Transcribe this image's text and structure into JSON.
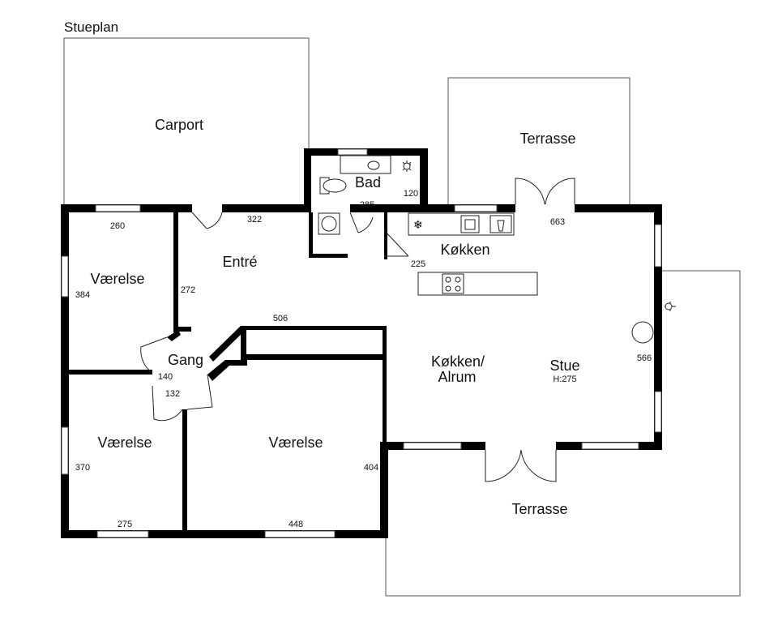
{
  "title": "Stueplan",
  "rooms": {
    "carport": "Carport",
    "terrasse_top": "Terrasse",
    "bad": "Bad",
    "entre": "Entré",
    "koekken": "Køkken",
    "vaerelse_top": "Værelse",
    "gang": "Gang",
    "koekken_alrum_1": "Køkken/",
    "koekken_alrum_2": "Alrum",
    "stue": "Stue",
    "stue_height": "H:275",
    "vaerelse_bl": "Værelse",
    "vaerelse_bm": "Værelse",
    "terrasse_bottom": "Terrasse"
  },
  "dimensions": {
    "d260": "260",
    "d322": "322",
    "d285": "285",
    "d120": "120",
    "d663": "663",
    "d225": "225",
    "d384": "384",
    "d272": "272",
    "d506": "506",
    "d566": "566",
    "d140": "140",
    "d132": "132",
    "d370": "370",
    "d404": "404",
    "d275": "275",
    "d448": "448"
  }
}
